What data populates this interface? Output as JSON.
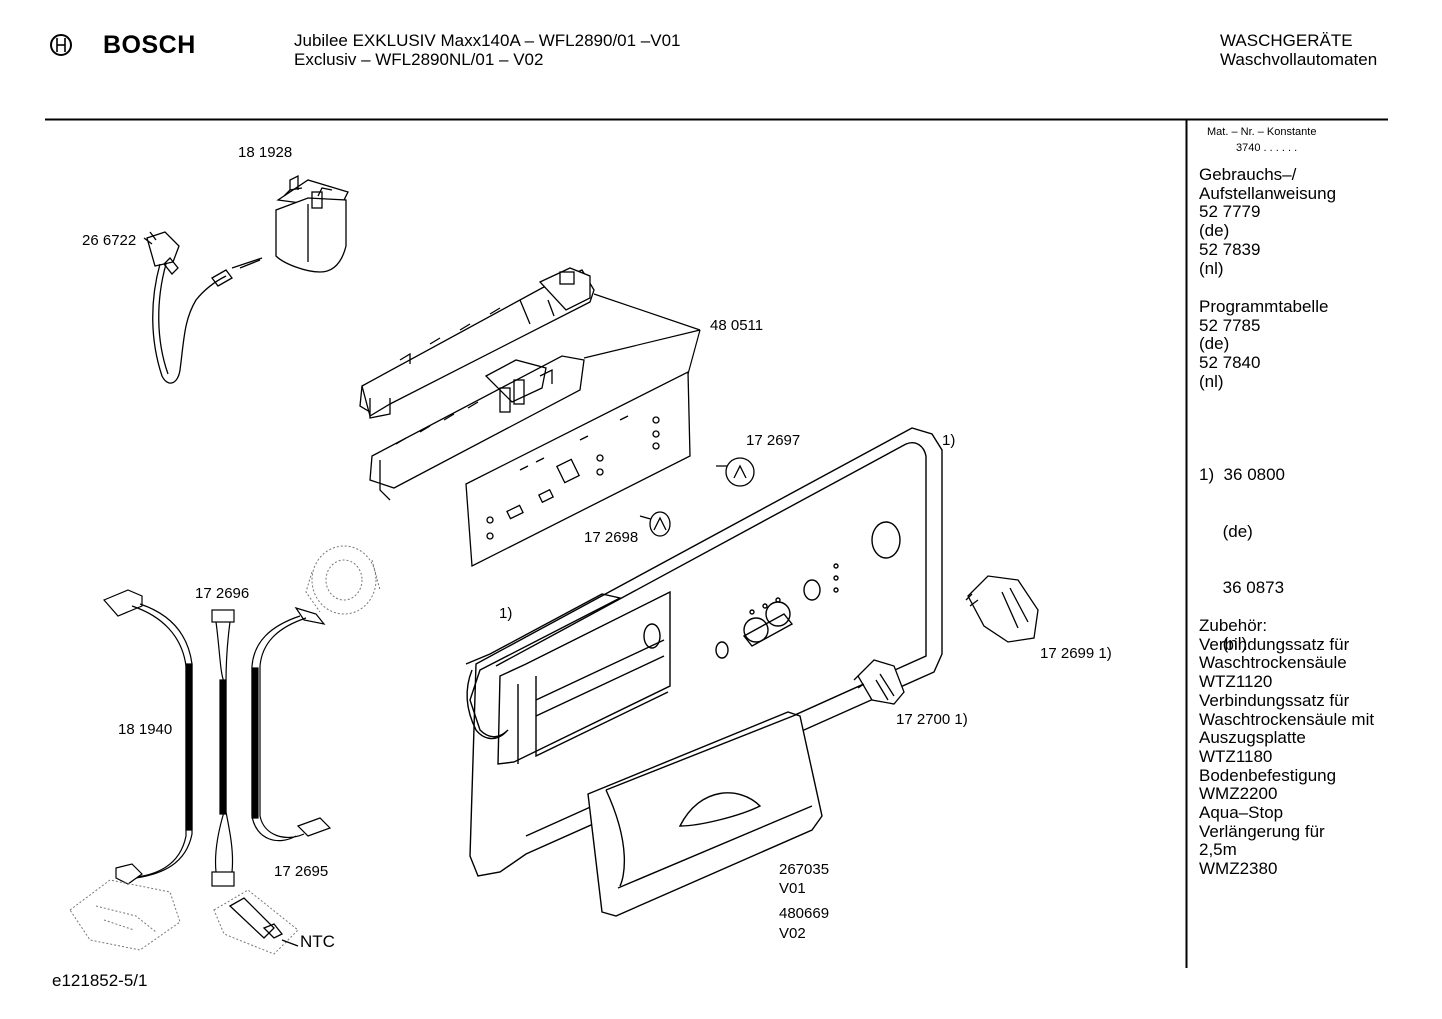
{
  "header": {
    "brand": "BOSCH",
    "model_line1": "Jubilee EXKLUSIV Maxx140A – WFL2890/01 –V01",
    "model_line2": "Exclusiv – WFL2890NL/01 – V02",
    "category_line1": "WASCHGERÄTE",
    "category_line2": "Waschvollautomaten"
  },
  "diagram": {
    "labels": {
      "p181928": "18 1928",
      "p266722": "26 6722",
      "p480511": "48 0511",
      "p172697": "17 2697",
      "note1_top": "1)",
      "p172698": "17 2698",
      "p172696": "17 2696",
      "note1_left": "1)",
      "p172699": "17 2699 1)",
      "p181940": "18 1940",
      "p172700": "17 2700 1)",
      "p172695": "17 2695",
      "p267035": "267035",
      "v01": "V01",
      "p480669": "480669",
      "v02": "V02",
      "ntc": "NTC"
    },
    "footer_code": "e121852-5/1"
  },
  "sidebar": {
    "mat_title": "Mat. – Nr. – Konstante",
    "mat_value": "3740  .  .  .  .  .  .",
    "blocks": [
      [
        "Gebrauchs–/",
        "Aufstellanweisung",
        "52 7779",
        "(de)",
        "52 7839",
        "(nl)"
      ],
      [
        "Programmtabelle",
        "52 7785",
        "(de)",
        "52 7840",
        "(nl)"
      ],
      [
        "1)  36 0800",
        "     (de)",
        "     36 0873",
        "     (nl)"
      ],
      [
        "Zubehör:",
        "Verbindungssatz für",
        "Waschtrockensäule",
        "WTZ1120",
        "Verbindungssatz für",
        "Waschtrockensäule mit",
        "Auszugsplatte",
        "WTZ1180",
        "Bodenbefestigung",
        "WMZ2200",
        "Aqua–Stop",
        "Verlängerung für",
        "2,5m",
        "WMZ2380"
      ]
    ]
  }
}
